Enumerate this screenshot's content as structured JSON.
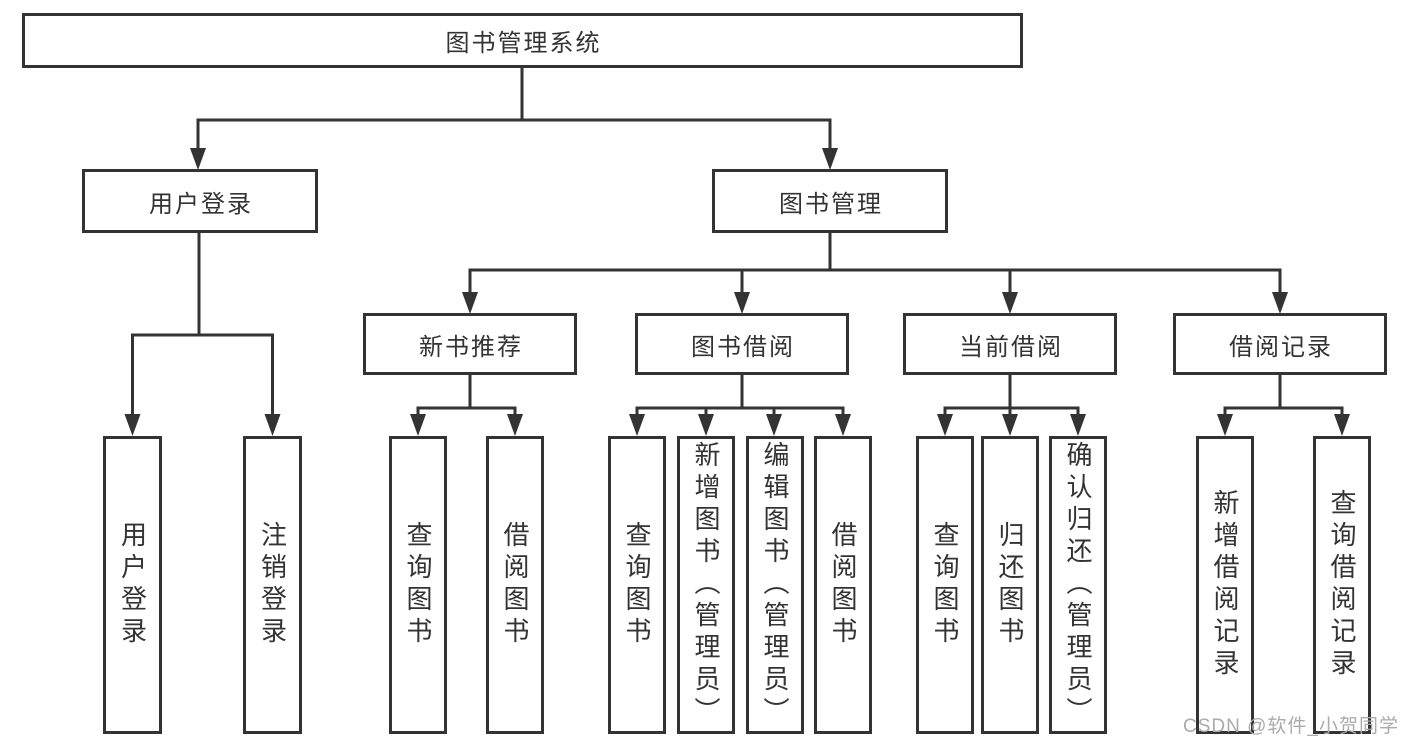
{
  "title": {
    "label": "图书管理系统"
  },
  "level2": {
    "user_login": {
      "label": "用户登录"
    },
    "book_management": {
      "label": "图书管理"
    }
  },
  "level3": {
    "new_book_recommend": {
      "label": "新书推荐"
    },
    "book_borrowing": {
      "label": "图书借阅"
    },
    "current_borrowing": {
      "label": "当前借阅"
    },
    "borrowing_records": {
      "label": "借阅记录"
    }
  },
  "leaves": {
    "user_login": [
      {
        "label": "用户登录"
      },
      {
        "label": "注销登录"
      }
    ],
    "new_book_recommend": [
      {
        "label": "查询图书"
      },
      {
        "label": "借阅图书"
      }
    ],
    "book_borrowing": [
      {
        "label": "查询图书"
      },
      {
        "label": "新增图书（管理员）"
      },
      {
        "label": "编辑图书（管理员）"
      },
      {
        "label": "借阅图书"
      }
    ],
    "current_borrowing": [
      {
        "label": "查询图书"
      },
      {
        "label": "归还图书"
      },
      {
        "label": "确认归还（管理员）"
      }
    ],
    "borrowing_records": [
      {
        "label": "新增借阅记录"
      },
      {
        "label": "查询借阅记录"
      }
    ]
  },
  "watermark": {
    "text": "CSDN @软件_小贺同学",
    "color": "#ababab"
  },
  "colors": {
    "line": "#333333",
    "border": "#333333",
    "background": "#ffffff",
    "text": "#333333"
  }
}
